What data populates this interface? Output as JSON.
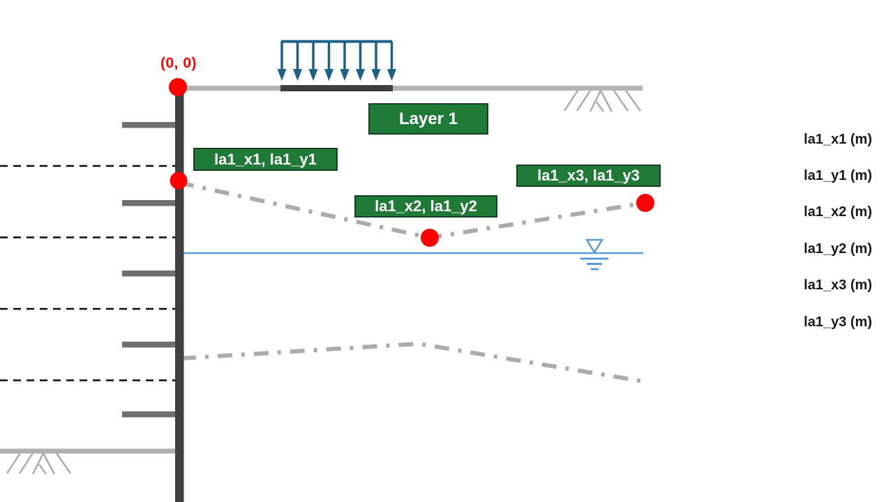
{
  "origin_label": "(0, 0)",
  "layer_label": "Layer 1",
  "point_labels": [
    "la1_x1, la1_y1",
    "la1_x2, la1_y2",
    "la1_x3, la1_y3"
  ],
  "param_labels": [
    "la1_x1 (m)",
    "la1_y1 (m)",
    "la1_x2 (m)",
    "la1_y2 (m)",
    "la1_x3 (m)",
    "la1_y3 (m)"
  ],
  "colors": {
    "marker_red": "#ff0000",
    "label_green": "#1f7a38",
    "label_green_border": "#153f22",
    "load_arrow_blue": "#1c6288",
    "water_blue": "#5b9bd5",
    "wall_dark": "#3f3f3f",
    "strut_gray": "#6f6f6f",
    "ground_gray": "#b3b3b3",
    "surcharge_strip_dark": "#3f3f3f",
    "layer_boundary_gray": "#ababab",
    "stage_line_black": "#0a0a0a"
  },
  "icons": {
    "water_table": "inverted-triangle-with-tick-lines",
    "ground_hatch": "slash-marks-under-ground-line",
    "distributed_load": "downward-arrow-row-with-header-bar"
  }
}
